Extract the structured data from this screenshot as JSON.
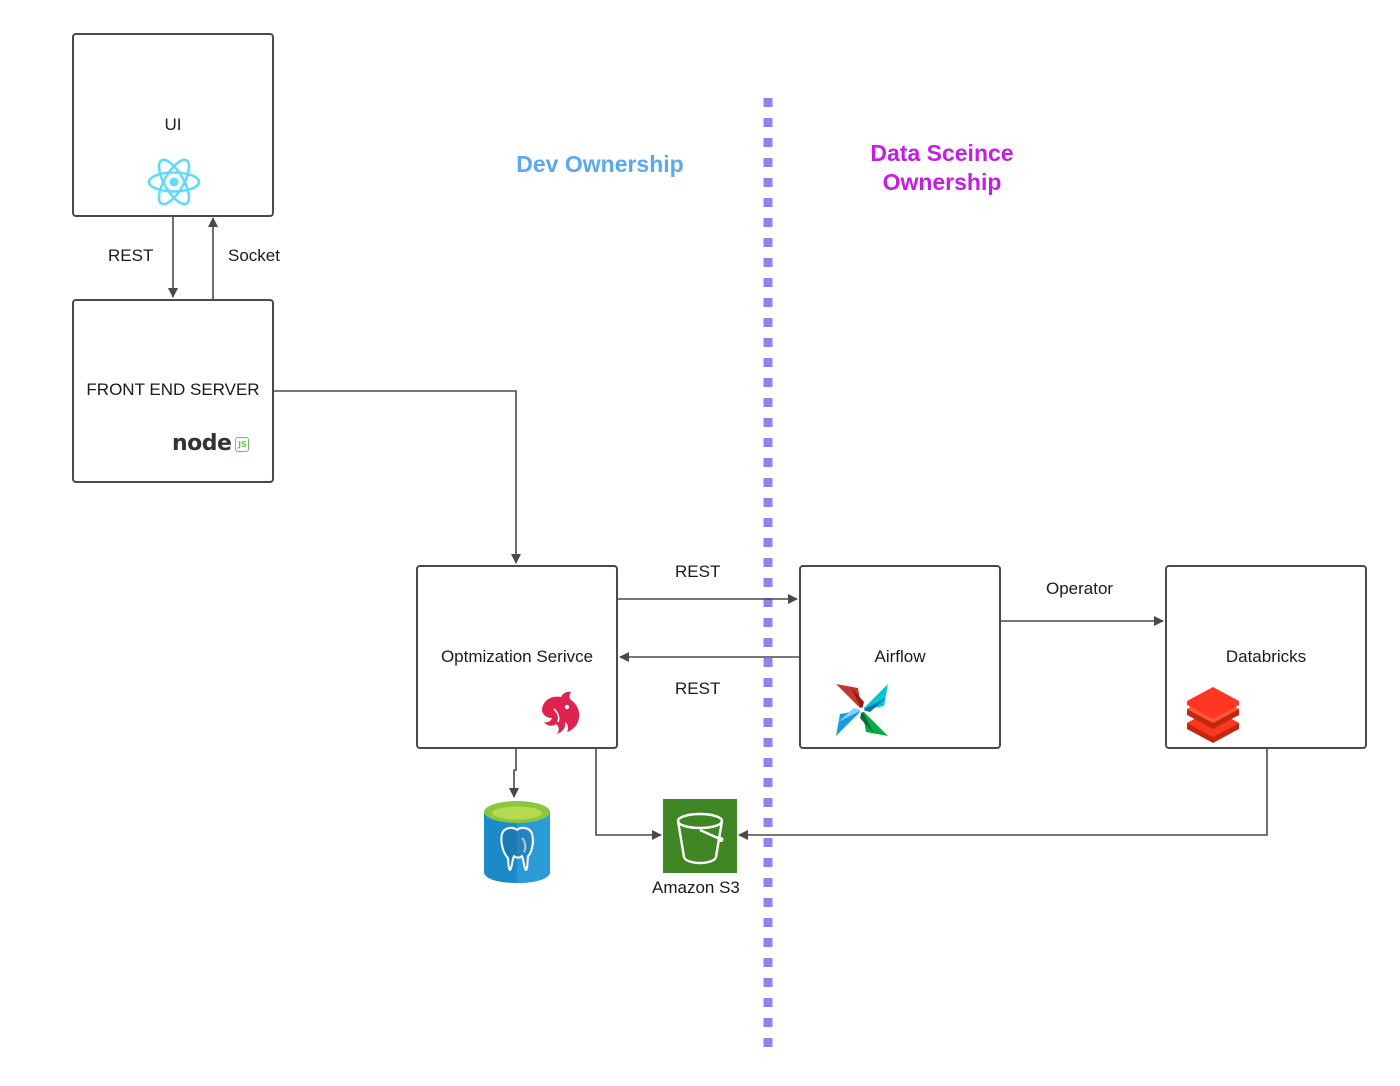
{
  "zones": {
    "dev": {
      "title": "Dev Ownership",
      "color": "#5aa9f0"
    },
    "data_science": {
      "title_line1": "Data Sceince",
      "title_line2": "Ownership",
      "color": "#c21ee6"
    }
  },
  "divider": {
    "color": "#8c84f0"
  },
  "nodes": {
    "ui": {
      "label": "UI",
      "icon": "react-icon"
    },
    "frontend_server": {
      "label": "FRONT END SERVER",
      "icon": "nodejs-logo",
      "logo_text": "node",
      "logo_badge": "JS"
    },
    "optimization_service": {
      "label": "Optmization Serivce",
      "icon": "nestjs-icon"
    },
    "airflow": {
      "label": "Airflow",
      "icon": "airflow-icon"
    },
    "databricks": {
      "label": "Databricks",
      "icon": "databricks-icon"
    },
    "postgres": {
      "label": "",
      "icon": "postgresql-database-icon"
    },
    "s3": {
      "label": "Amazon S3",
      "icon": "s3-bucket-icon",
      "color": "#3f8624"
    }
  },
  "edges": {
    "ui_to_fe": {
      "label": "REST"
    },
    "fe_to_ui": {
      "label": "Socket"
    },
    "opt_to_airflow": {
      "label": "REST"
    },
    "airflow_to_opt": {
      "label": "REST"
    },
    "airflow_to_databricks": {
      "label": "Operator"
    }
  },
  "colors": {
    "border": "#4a4a4a",
    "edge": "#4a4a4a",
    "react": "#61dafb",
    "nest": "#e0234e",
    "databricks": "#ff3621",
    "node_green": "#6cc24a",
    "node_dark": "#333333"
  }
}
